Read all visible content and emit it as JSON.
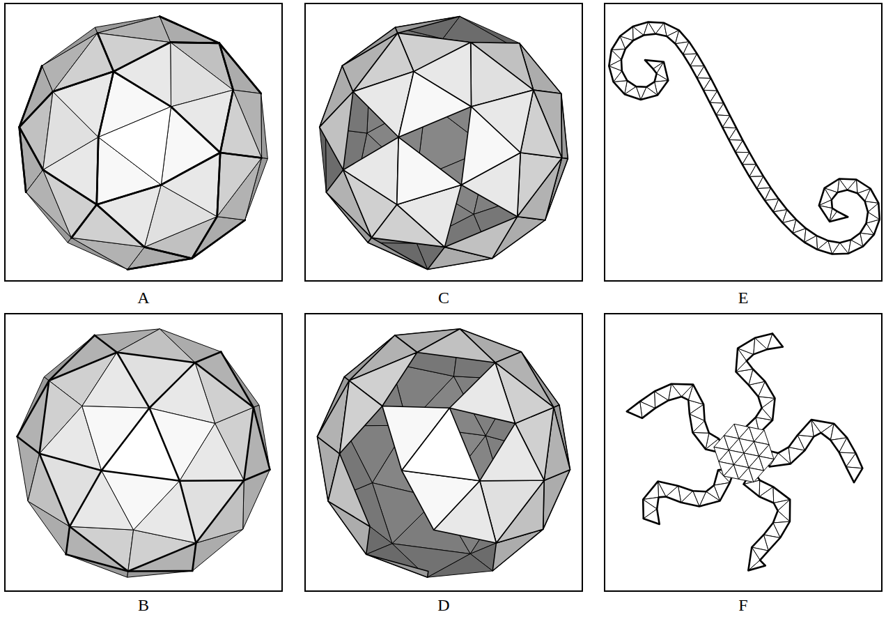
{
  "diagram": {
    "labels": [
      "A",
      "C",
      "E",
      "B",
      "D",
      "F"
    ]
  }
}
